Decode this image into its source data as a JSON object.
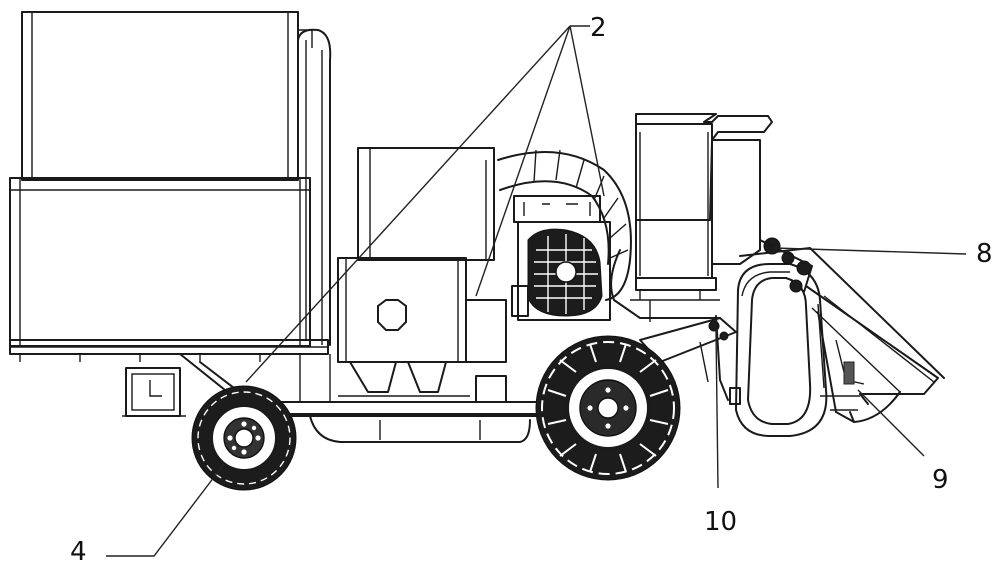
{
  "callouts": [
    {
      "id": "2",
      "label": "2"
    },
    {
      "id": "4",
      "label": "4"
    },
    {
      "id": "8",
      "label": "8"
    },
    {
      "id": "9",
      "label": "9"
    },
    {
      "id": "10",
      "label": "10"
    }
  ],
  "colors": {
    "line": "#1a1a1a",
    "background": "#ffffff"
  }
}
